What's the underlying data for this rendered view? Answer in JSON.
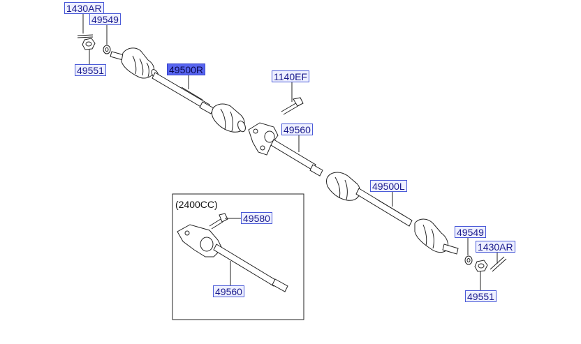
{
  "labels": [
    {
      "id": "l1430ar_top",
      "text": "1430AR",
      "selected": false
    },
    {
      "id": "l49549_top",
      "text": "49549",
      "selected": false
    },
    {
      "id": "l49551_top",
      "text": "49551",
      "selected": false
    },
    {
      "id": "l49500r",
      "text": "49500R",
      "selected": true
    },
    {
      "id": "l1140ef",
      "text": "1140EF",
      "selected": false
    },
    {
      "id": "l49560",
      "text": "49560",
      "selected": false
    },
    {
      "id": "l49500l",
      "text": "49500L",
      "selected": false
    },
    {
      "id": "l49549_bot",
      "text": "49549",
      "selected": false
    },
    {
      "id": "l1430ar_bot",
      "text": "1430AR",
      "selected": false
    },
    {
      "id": "l49551_bot",
      "text": "49551",
      "selected": false
    },
    {
      "id": "l49580",
      "text": "49580",
      "selected": false
    },
    {
      "id": "l49560_inset",
      "text": "49560",
      "selected": false
    }
  ],
  "inset": {
    "title": "(2400CC)"
  }
}
